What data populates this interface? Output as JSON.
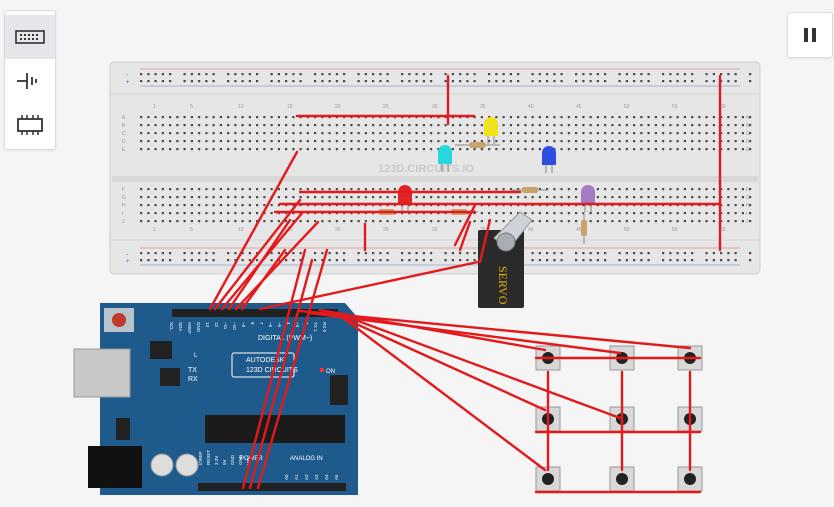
{
  "toolbar": {
    "tools": [
      {
        "name": "breadboard-icon",
        "active": true
      },
      {
        "name": "component-icon",
        "active": false
      },
      {
        "name": "chip-icon",
        "active": false
      }
    ]
  },
  "controls": {
    "pause_icon": "pause-icon"
  },
  "breadboard": {
    "watermark": "123D.CIRCUITS.IO",
    "col_numbers": [
      "1",
      "5",
      "10",
      "15",
      "20",
      "25",
      "30",
      "35",
      "40",
      "45",
      "50",
      "55",
      "60"
    ],
    "row_letters_top": [
      "A",
      "B",
      "C",
      "D",
      "E"
    ],
    "row_letters_bottom": [
      "F",
      "G",
      "H",
      "I",
      "J"
    ],
    "minus": "-",
    "plus": "+"
  },
  "servo": {
    "label": "SERVO"
  },
  "arduino": {
    "digital_label": "DIGITAL (PWM~)",
    "analog_label": "ANALOG IN",
    "power_label": "POWER",
    "brand_line1": "AUTODESK",
    "brand_line2": "123D CIRCUITS",
    "tx": "TX",
    "rx": "RX",
    "on": "ON",
    "l": "L",
    "pin_labels": [
      "SCL",
      "SDA",
      "AREF",
      "GND",
      "13",
      "12",
      "~11",
      "~10",
      "~9",
      "8",
      "7",
      "~6",
      "~5",
      "4",
      "~3",
      "2",
      "TX 1",
      "RX 0"
    ],
    "power_pins": [
      "IOREF",
      "RESET",
      "3.3V",
      "5V",
      "GND",
      "GND",
      "VIN"
    ],
    "analog_pins": [
      "A0",
      "A1",
      "A2",
      "A3",
      "A4",
      "A5"
    ]
  },
  "colors": {
    "wire": "#e3191b",
    "board": "#1e5b8c",
    "breadboard": "#e6e6e6"
  }
}
